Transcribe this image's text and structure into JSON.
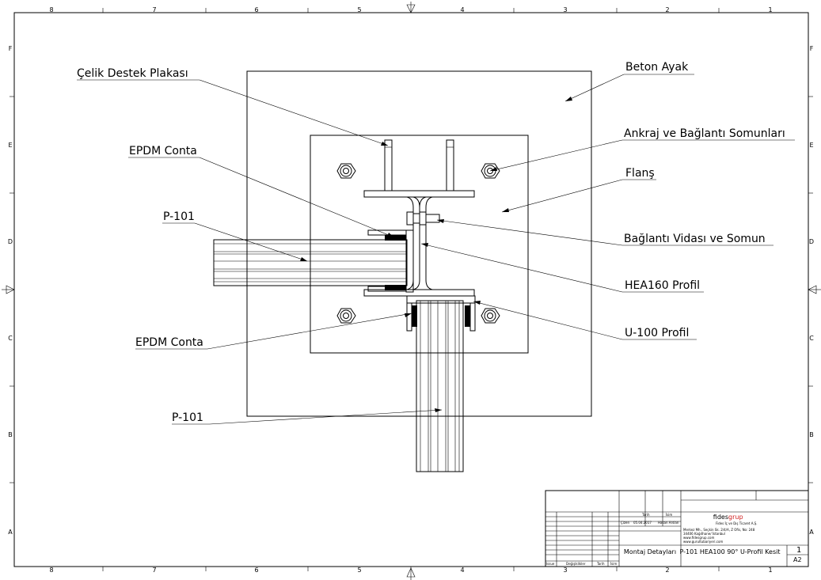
{
  "zones": {
    "columns": [
      "8",
      "7",
      "6",
      "5",
      "4",
      "3",
      "2",
      "1"
    ],
    "rows": [
      "F",
      "E",
      "D",
      "C",
      "B",
      "A"
    ]
  },
  "labels": {
    "beton_ayak": "Beton Ayak",
    "celik_destek": "Çelik Destek Plakası",
    "epdm_top": "EPDM Conta",
    "ankraj": "Ankraj ve Bağlantı Somunları",
    "flans": "Flanş",
    "p101_left": "P-101",
    "baglanti_vidasi": "Bağlantı Vidası ve Somun",
    "hea160": "HEA160 Profil",
    "u100": "U-100 Profil",
    "epdm_bottom": "EPDM Conta",
    "p101_bottom": "P-101"
  },
  "title_block": {
    "company_brand_a": "fides",
    "company_brand_b": "grup",
    "company_name": "Fides İç ve Dış Ticaret A.Ş.",
    "address_1": "Merkez Mh., Seçkin Sk. 2/4/A, Z Ofis, No: 248",
    "address_2": "34406 Kağıthane/ İstanbul",
    "web_1": "www.fidesgrup.com",
    "web_2": "www.gurultubariyeri.com",
    "col_tarih": "Tarih",
    "col_isim": "İsim",
    "row_cizen": "Çizen",
    "date": "05.04.2017",
    "drawn_by": "Hasan Arslan",
    "sheet_title": "Montaj Detayları",
    "drawing_title": "P-101 HEA100 90° U-Profil Kesit",
    "sheet_no": "1",
    "paper_size": "A2",
    "footer_issue": "Issue",
    "footer_changes": "Değişiklikler",
    "footer_tarih": "Tarih",
    "footer_isim": "İsim"
  }
}
